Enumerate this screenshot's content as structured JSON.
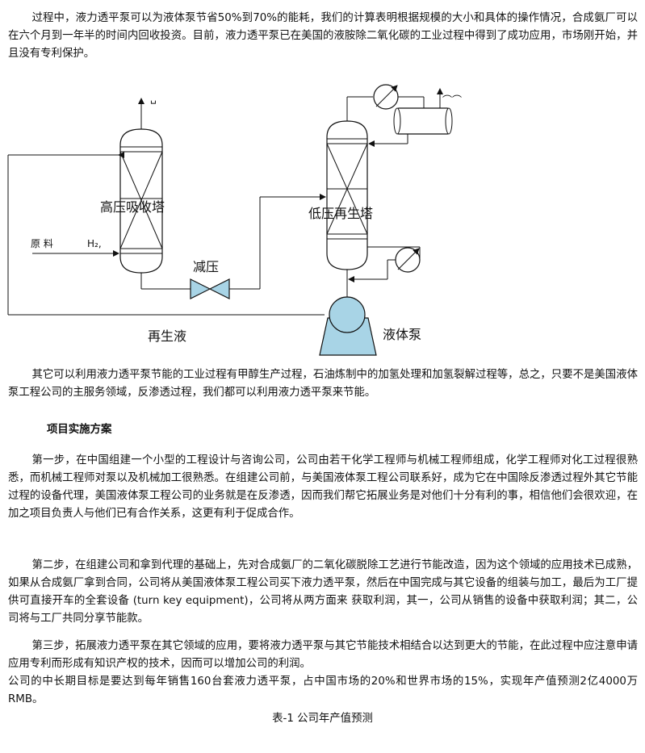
{
  "intro": {
    "paragraph": "过程中，液力透平泵可以为液体泵节省50%到70%的能耗，我们的计算表明根据规模的大小和具体的操作情况，合成氨厂可以在六个月到一年半的时间内回收投资。目前，液力透平泵已在美国的液胺除二氧化碳的工业过程中得到了成功应用，市场刚开始，并且没有专利保护。"
  },
  "diagram": {
    "high_pressure_tower": "高压吸收塔",
    "low_pressure_tower": "低压再生塔",
    "pressure_reduction": "减压",
    "raw_material": "原  料",
    "h2": "H₂,",
    "regenerated_liquid": "再生液",
    "liquid_pump": "液体泵",
    "top_mark_left": "␣",
    "top_mark_right": "⌒⌒"
  },
  "paragraphs": {
    "other_uses": "其它可以利用液力透平泵节能的工业过程有甲醇生产过程，石油炼制中的加氢处理和加氢裂解过程等，总之，只要不是美国液体泵工程公司的主服务领域，反渗透过程，我们都可以利用液力透平泵来节能。",
    "section_title": "项目实施方案",
    "step1": "第一步，在中国组建一个小型的工程设计与咨询公司，公司由若干化学工程师与机械工程师组成，化学工程师对化工过程很熟悉，而机械工程师对泵以及机械加工很熟悉。在组建公司前，与美国液体泵工程公司联系好，成为它在中国除反渗透过程外其它节能过程的设备代理，美国液体泵工程公司的业务就是在反渗透，因而我们帮它拓展业务是对他们十分有利的事，相信他们会很欢迎，在加之项目负责人与他们已有合作关系，这更有利于促成合作。",
    "step2": "第二步，在组建公司和拿到代理的基础上，先对合成氨厂的二氧化碳脱除工艺进行节能改造，因为这个领域的应用技术已成熟，如果从合成氨厂拿到合同，公司将从美国液体泵工程公司买下液力透平泵，然后在中国完成与其它设备的组装与加工，最后为工厂提供可直接开车的全套设备 (turn key equipment)，公司将从两方面来 获取利润，其一，公司从销售的设备中获取利润；其二，公司将与工厂共同分享节能款。",
    "step3": "第三步，拓展液力透平泵在其它领域的应用，要将液力透平泵与其它节能技术相结合以达到更大的节能，在此过程中应注意申请应用专利而形成有知识产权的技术，因而可以增加公司的利润。",
    "goal": "公司的中长期目标是要达到每年销售160台套液力透平泵，占中国市场的20%和世界市场的15%，实现年产值预测2亿4000万RMB。",
    "table_caption": "表-1 公司年产值预测"
  }
}
